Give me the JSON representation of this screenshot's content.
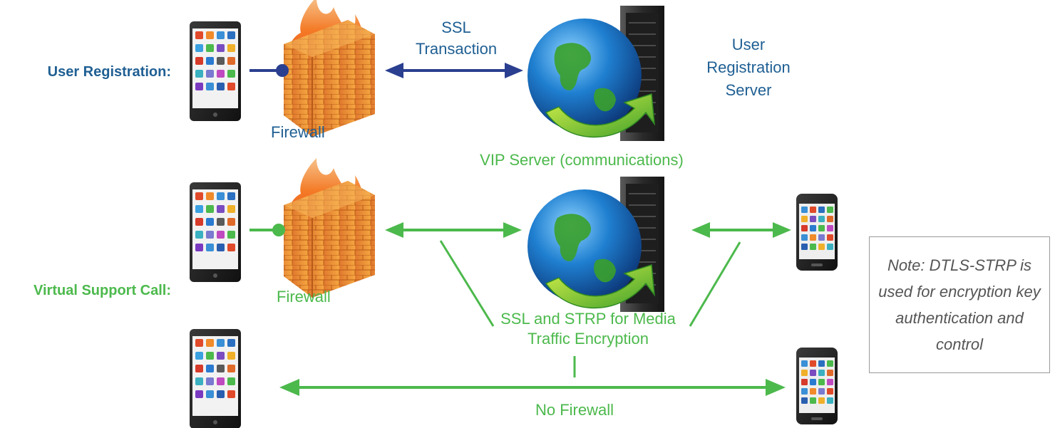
{
  "labels": {
    "user_registration": "User Registration:",
    "virtual_support_call": "Virtual Support Call:",
    "firewall_top": "Firewall",
    "firewall_mid": "Firewall",
    "ssl_transaction_1": "SSL",
    "ssl_transaction_2": "Transaction",
    "registration_server_1": "User",
    "registration_server_2": "Registration",
    "registration_server_3": "Server",
    "vip_server": "VIP Server (communications)",
    "ssl_strp_1": "SSL and STRP for Media",
    "ssl_strp_2": "Traffic Encryption",
    "no_firewall": "No Firewall"
  },
  "note": "Note: DTLS-STRP is used for encryption key authentication and control",
  "colors": {
    "blue": "#1f5f93",
    "green": "#4cb94c",
    "arrow_blue": "#2a3f8f",
    "note_text": "#555555"
  },
  "icons": {
    "tablet": "tablet-icon",
    "phone": "smartphone-icon",
    "firewall": "firewall-icon",
    "server": "globe-server-icon"
  }
}
